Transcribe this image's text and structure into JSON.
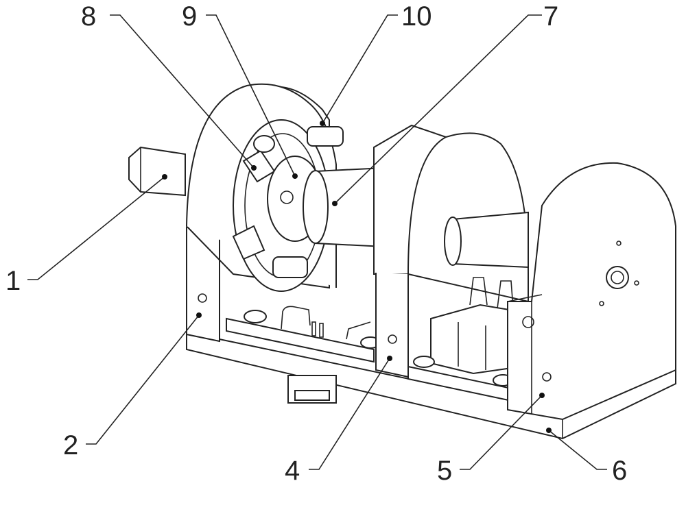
{
  "figure": {
    "labels": [
      {
        "id": "1",
        "text": "1"
      },
      {
        "id": "2",
        "text": "2"
      },
      {
        "id": "4",
        "text": "4"
      },
      {
        "id": "5",
        "text": "5"
      },
      {
        "id": "6",
        "text": "6"
      },
      {
        "id": "7",
        "text": "7"
      },
      {
        "id": "8",
        "text": "8"
      },
      {
        "id": "9",
        "text": "9"
      },
      {
        "id": "10",
        "text": "10"
      }
    ]
  }
}
